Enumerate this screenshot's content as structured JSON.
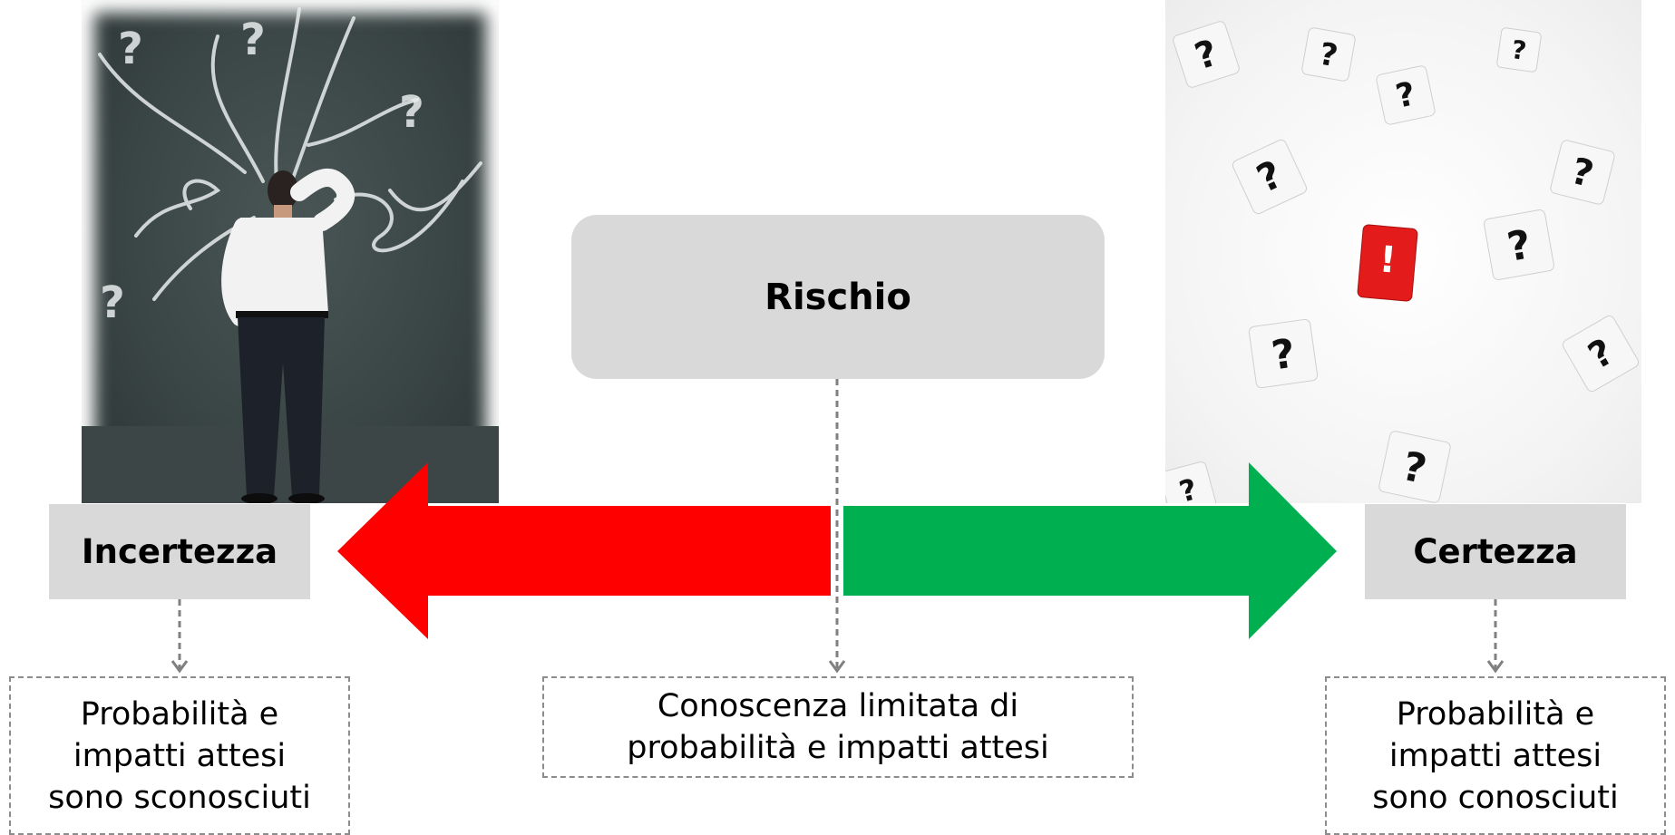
{
  "center": {
    "title": "Rischio",
    "description": [
      "Conoscenza limitata di",
      "probabilità e impatti attesi"
    ]
  },
  "left": {
    "title": "Incertezza",
    "description": [
      "Probabilità e",
      "impatti attesi",
      "sono sconosciuti"
    ]
  },
  "right": {
    "title": "Certezza",
    "description": [
      "Probabilità e",
      "impatti attesi",
      "sono conosciuti"
    ]
  },
  "colors": {
    "left_arrow": "#ff0000",
    "right_arrow": "#00b050",
    "box": "#d9d9d9",
    "connector": "#808080"
  },
  "images": {
    "left_photo": "man-facing-chalkboard-with-question-marks",
    "right_photo": "white-dice-with-question-marks-and-red-exclamation-die"
  }
}
